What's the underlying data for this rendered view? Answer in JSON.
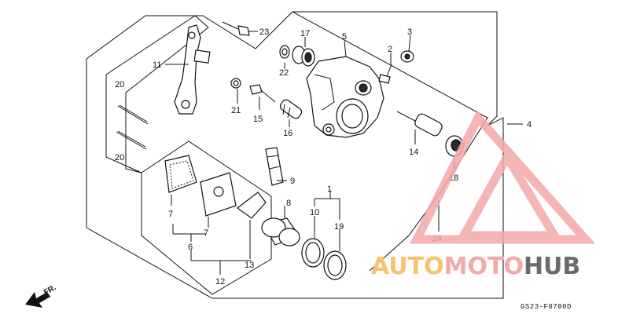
{
  "figure_code": "GS23-F0700D",
  "direction_label": "FR.",
  "callouts": {
    "c1": "1",
    "c2": "2",
    "c3": "3",
    "c4": "4",
    "c5": "5",
    "c6": "6",
    "c7a": "7",
    "c7b": "7",
    "c8": "8",
    "c9": "9",
    "c10": "10",
    "c11": "11",
    "c12": "12",
    "c13": "13",
    "c14": "14",
    "c15": "15",
    "c16": "16",
    "c17": "17",
    "c18": "18",
    "c19": "19",
    "c20a": "20",
    "c20b": "20",
    "c21": "21",
    "c22": "22",
    "c23": "23",
    "c24": "24"
  },
  "watermark": {
    "text_part1": "AUTO",
    "text_part2": "MOTO",
    "text_part3": "HUB",
    "color_primary": "#f4a9a9",
    "color_secondary": "#f8c36e",
    "color_dark": "#6b6b6b"
  }
}
